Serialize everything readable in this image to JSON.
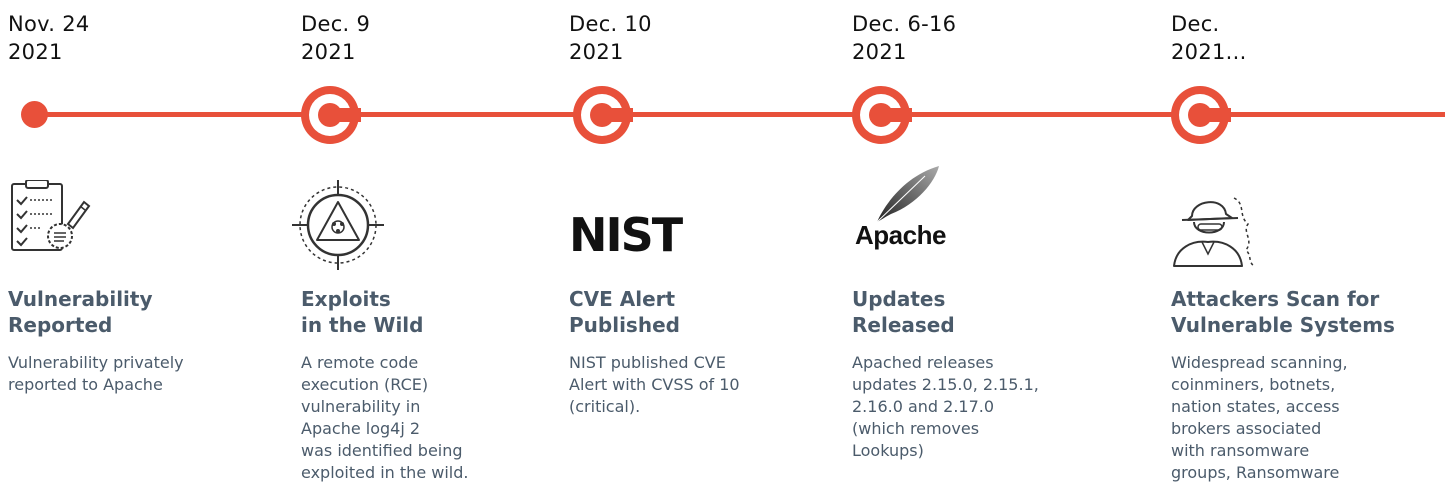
{
  "events": [
    {
      "date": "Nov. 24\n2021",
      "icon": "clipboard-checklist-icon",
      "title": "Vulnerability\nReported",
      "description": "Vulnerability privately\nreported to Apache"
    },
    {
      "date": "Dec. 9\n2021",
      "icon": "crosshair-target-icon",
      "title": "Exploits\nin the Wild",
      "description": "A remote code\nexecution (RCE)\nvulnerability in\nApache log4j 2\nwas identified being\nexploited in the wild."
    },
    {
      "date": "Dec. 10\n2021",
      "icon": "nist-logo",
      "logo_text": "NIST",
      "title": "CVE Alert\nPublished",
      "description": "NIST published CVE\nAlert with CVSS of 10\n(critical)."
    },
    {
      "date": "Dec. 6-16\n2021",
      "icon": "apache-feather-logo",
      "logo_text": "Apache",
      "title": "Updates\nReleased",
      "description": "Apached releases\nupdates 2.15.0, 2.15.1,\n2.16.0 and 2.17.0\n(which removes\nLookups)"
    },
    {
      "date": "Dec.\n2021...",
      "icon": "hooded-attacker-icon",
      "title": "Attackers Scan for\nVulnerable Systems",
      "description": "Widespread scanning,\ncoinminers, botnets,\nnation states, access\nbrokers associated\nwith ransomware\ngroups, Ransomware"
    }
  ],
  "colors": {
    "accent": "#e8503a",
    "heading": "#4b5b6b",
    "date_text": "#111111"
  }
}
